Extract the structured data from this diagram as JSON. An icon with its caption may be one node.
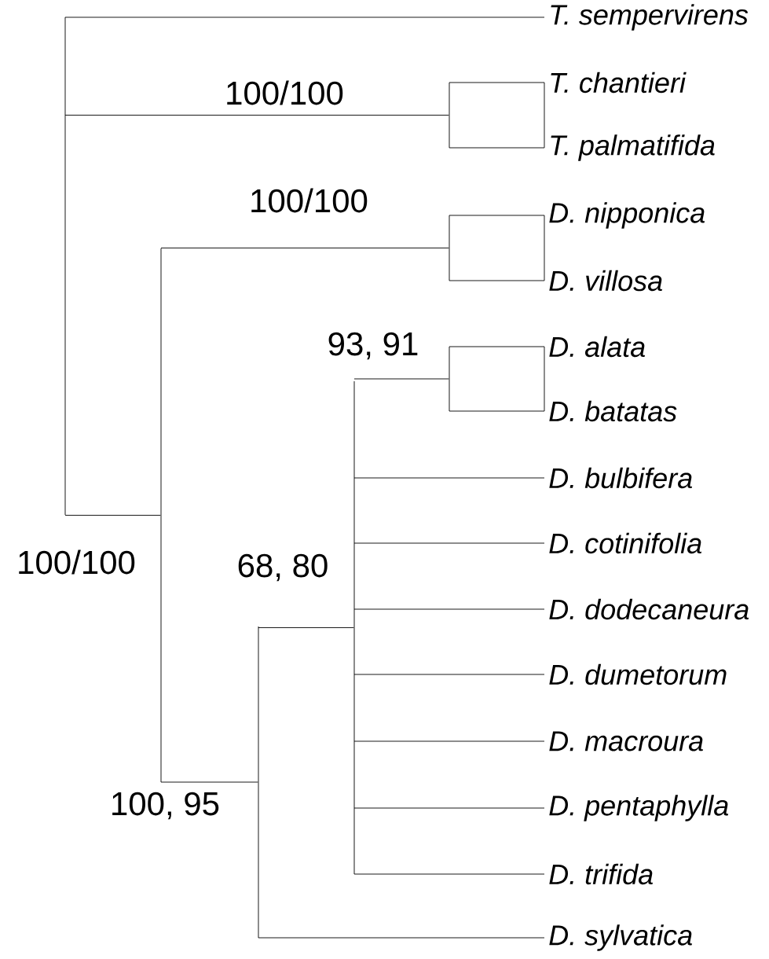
{
  "diagram": {
    "nodes": [
      {
        "text": [],
        "shape": "bar"
      },
      {
        "text": [
          "T. sempervirens"
        ]
      },
      {
        "text": [],
        "shape": "bar"
      },
      {
        "text": [
          "T. chantieri"
        ]
      },
      {
        "text": [
          "T. palmatifida"
        ]
      },
      {
        "text": [],
        "shape": "bar"
      },
      {
        "text": [],
        "shape": "bar"
      },
      {
        "text": [
          "D. nipponica"
        ]
      },
      {
        "text": [
          "D. villosa"
        ]
      },
      {
        "text": [],
        "shape": "bar"
      },
      {
        "text": [],
        "shape": "bar"
      },
      {
        "text": [],
        "shape": "bar"
      },
      {
        "text": [
          "D. alata"
        ]
      },
      {
        "text": [
          "D. batatas"
        ]
      },
      {
        "text": [
          "D. bulbifera"
        ]
      },
      {
        "text": [
          "D. cotinifolia"
        ]
      },
      {
        "text": [
          "D. dodecaneura"
        ]
      },
      {
        "text": [
          "D. dumetorum"
        ]
      },
      {
        "text": [
          "D. macroura"
        ]
      },
      {
        "text": [
          "D. pentaphylla"
        ]
      },
      {
        "text": [
          "D. trifida"
        ]
      },
      {
        "text": [
          "D. sylvatica"
        ]
      }
    ],
    "edges": [
      {
        "from": 0,
        "to": 1,
        "arrow": "none"
      },
      {
        "from": 0,
        "to": 2,
        "arrow": "none",
        "label": "100/100"
      },
      {
        "from": 2,
        "to": 3,
        "arrow": "none"
      },
      {
        "from": 2,
        "to": 4,
        "arrow": "none"
      },
      {
        "from": 0,
        "to": 5,
        "arrow": "none",
        "label": "100/100"
      },
      {
        "from": 5,
        "to": 6,
        "arrow": "none",
        "label": "100/100"
      },
      {
        "from": 6,
        "to": 7,
        "arrow": "none"
      },
      {
        "from": 6,
        "to": 8,
        "arrow": "none"
      },
      {
        "from": 5,
        "to": 9,
        "arrow": "none",
        "label": "100, 95"
      },
      {
        "from": 9,
        "to": 10,
        "arrow": "none",
        "label": "68, 80"
      },
      {
        "from": 10,
        "to": 11,
        "arrow": "none",
        "label": "93, 91"
      },
      {
        "from": 11,
        "to": 12,
        "arrow": "none"
      },
      {
        "from": 11,
        "to": 13,
        "arrow": "none"
      },
      {
        "from": 10,
        "to": 14,
        "arrow": "none"
      },
      {
        "from": 10,
        "to": 15,
        "arrow": "none"
      },
      {
        "from": 10,
        "to": 16,
        "arrow": "none"
      },
      {
        "from": 10,
        "to": 17,
        "arrow": "none"
      },
      {
        "from": 10,
        "to": 18,
        "arrow": "none"
      },
      {
        "from": 10,
        "to": 19,
        "arrow": "none"
      },
      {
        "from": 10,
        "to": 20,
        "arrow": "none"
      },
      {
        "from": 9,
        "to": 21,
        "arrow": "none"
      }
    ]
  }
}
